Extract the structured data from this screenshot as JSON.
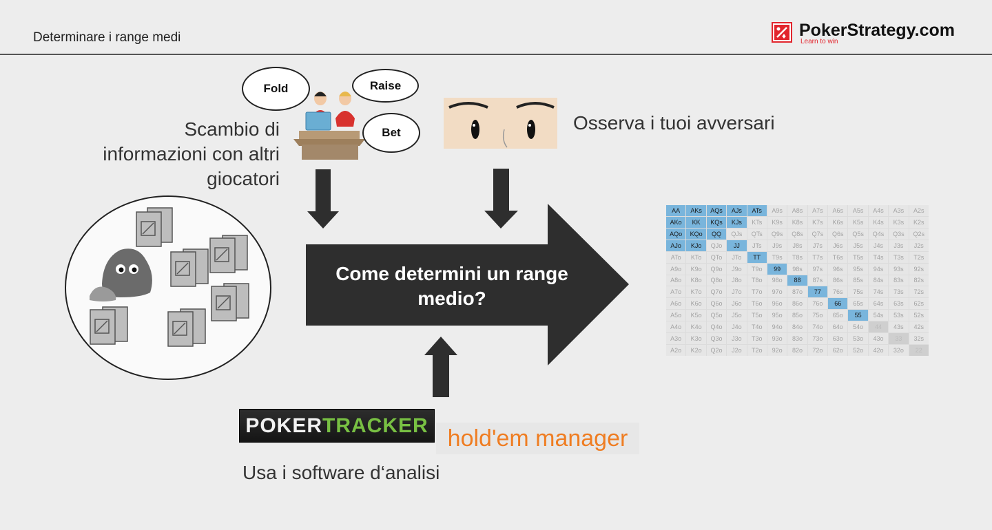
{
  "header": {
    "title": "Determinare i range medi"
  },
  "logo": {
    "name": "PokerStrategy.com",
    "tagline": "Learn to win",
    "icon": "pokerstrategy-logo-icon"
  },
  "colors": {
    "accent": "#e2252d",
    "arrow": "#2e2e2e",
    "selected_cell": "#79b5dc",
    "background": "#ededed"
  },
  "bubbles": {
    "fold": "Fold",
    "raise": "Raise",
    "bet": "Bet"
  },
  "sources": {
    "exchange_text": "Scambio di\ninformazioni con altri\ngiocatori",
    "observe_text": "Osserva i tuoi avversari",
    "software_text": "Usa i software d‘analisi"
  },
  "central": {
    "question": "Come determini un range\nmedio?"
  },
  "software_logos": {
    "pokertracker_poker": "POKER",
    "pokertracker_tracker": "TRACKER",
    "holdem_manager": "hold'em manager"
  },
  "matrix": {
    "rows": [
      [
        "AA",
        "AKs",
        "AQs",
        "AJs",
        "ATs",
        "A9s",
        "A8s",
        "A7s",
        "A6s",
        "A5s",
        "A4s",
        "A3s",
        "A2s"
      ],
      [
        "AKo",
        "KK",
        "KQs",
        "KJs",
        "KTs",
        "K9s",
        "K8s",
        "K7s",
        "K6s",
        "K5s",
        "K4s",
        "K3s",
        "K2s"
      ],
      [
        "AQo",
        "KQo",
        "QQ",
        "QJs",
        "QTs",
        "Q9s",
        "Q8s",
        "Q7s",
        "Q6s",
        "Q5s",
        "Q4s",
        "Q3s",
        "Q2s"
      ],
      [
        "AJo",
        "KJo",
        "QJo",
        "JJ",
        "JTs",
        "J9s",
        "J8s",
        "J7s",
        "J6s",
        "J5s",
        "J4s",
        "J3s",
        "J2s"
      ],
      [
        "ATo",
        "KTo",
        "QTo",
        "JTo",
        "TT",
        "T9s",
        "T8s",
        "T7s",
        "T6s",
        "T5s",
        "T4s",
        "T3s",
        "T2s"
      ],
      [
        "A9o",
        "K9o",
        "Q9o",
        "J9o",
        "T9o",
        "99",
        "98s",
        "97s",
        "96s",
        "95s",
        "94s",
        "93s",
        "92s"
      ],
      [
        "A8o",
        "K8o",
        "Q8o",
        "J8o",
        "T8o",
        "98o",
        "88",
        "87s",
        "86s",
        "85s",
        "84s",
        "83s",
        "82s"
      ],
      [
        "A7o",
        "K7o",
        "Q7o",
        "J7o",
        "T7o",
        "97o",
        "87o",
        "77",
        "76s",
        "75s",
        "74s",
        "73s",
        "72s"
      ],
      [
        "A6o",
        "K6o",
        "Q6o",
        "J6o",
        "T6o",
        "96o",
        "86o",
        "76o",
        "66",
        "65s",
        "64s",
        "63s",
        "62s"
      ],
      [
        "A5o",
        "K5o",
        "Q5o",
        "J5o",
        "T5o",
        "95o",
        "85o",
        "75o",
        "65o",
        "55",
        "54s",
        "53s",
        "52s"
      ],
      [
        "A4o",
        "K4o",
        "Q4o",
        "J4o",
        "T4o",
        "94o",
        "84o",
        "74o",
        "64o",
        "54o",
        "44",
        "43s",
        "42s"
      ],
      [
        "A3o",
        "K3o",
        "Q3o",
        "J3o",
        "T3o",
        "93o",
        "83o",
        "73o",
        "63o",
        "53o",
        "43o",
        "33",
        "32s"
      ],
      [
        "A2o",
        "K2o",
        "Q2o",
        "J2o",
        "T2o",
        "92o",
        "82o",
        "72o",
        "62o",
        "52o",
        "42o",
        "32o",
        "22"
      ]
    ],
    "selected": [
      "AA",
      "AKs",
      "AQs",
      "AJs",
      "ATs",
      "AKo",
      "KK",
      "KQs",
      "KJs",
      "AQo",
      "KQo",
      "QQ",
      "AJo",
      "KJo",
      "JJ",
      "TT",
      "99",
      "88",
      "77",
      "66",
      "55"
    ]
  }
}
